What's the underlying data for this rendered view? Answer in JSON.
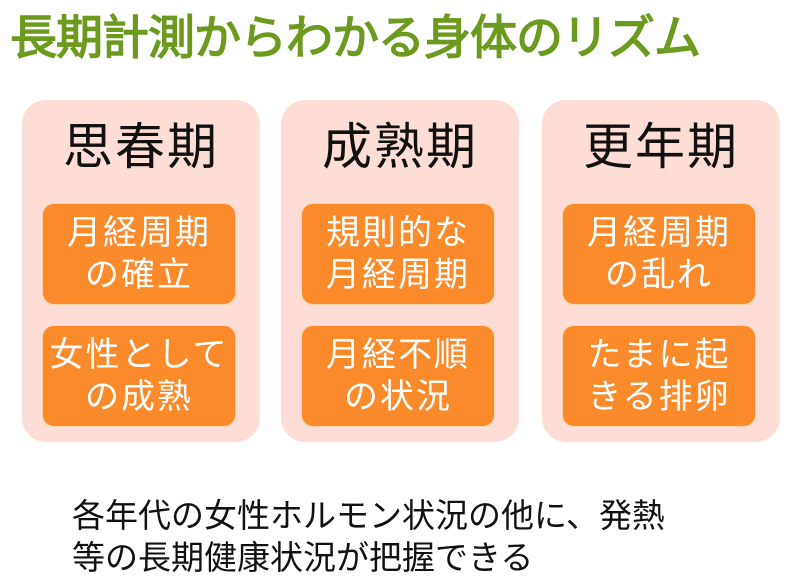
{
  "title": "長期計測からわかる身体のリズム",
  "colors": {
    "title": "#6b9a1e",
    "panel_bg": "#fdddd6",
    "item_bg": "#fb8a2a",
    "item_text": "#ffffff",
    "heading_text": "#111111"
  },
  "panels": [
    {
      "heading": "思春期",
      "items": [
        {
          "lines": [
            "月経周期",
            "の確立"
          ]
        },
        {
          "lines": [
            "女性として",
            "の成熟"
          ]
        }
      ]
    },
    {
      "heading": "成熟期",
      "items": [
        {
          "lines": [
            "規則的な",
            "月経周期"
          ]
        },
        {
          "lines": [
            "月経不順",
            "の状況"
          ]
        }
      ]
    },
    {
      "heading": "更年期",
      "items": [
        {
          "lines": [
            "月経周期",
            "の乱れ"
          ]
        },
        {
          "lines": [
            "たまに起",
            "きる排卵"
          ]
        }
      ]
    }
  ],
  "footer": {
    "lines": [
      "各年代の女性ホルモン状況の他に、発熱",
      "等の長期健康状況が把握できる"
    ]
  }
}
